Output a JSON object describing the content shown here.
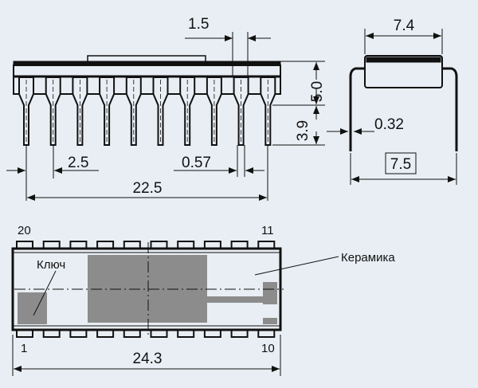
{
  "front_view": {
    "dims": {
      "lead_width_top": "1.5",
      "body_height": "5.0",
      "lead_length": "3.9",
      "pitch": "2.5",
      "lead_width": "0.57",
      "span": "22.5"
    },
    "pin_count": 10
  },
  "side_view": {
    "dims": {
      "body_width": "7.4",
      "lead_thickness": "0.32",
      "row_spacing": "7.5"
    }
  },
  "top_view": {
    "pin_labels": {
      "top_left": "20",
      "top_right": "11",
      "bottom_left": "1",
      "bottom_right": "10"
    },
    "length": "24.3",
    "key_label": "Ключ",
    "ceramic_label": "Керамика"
  },
  "colors": {
    "background": "#e9eef4",
    "line": "#111111",
    "fill_gray": "#8c8c8c"
  }
}
